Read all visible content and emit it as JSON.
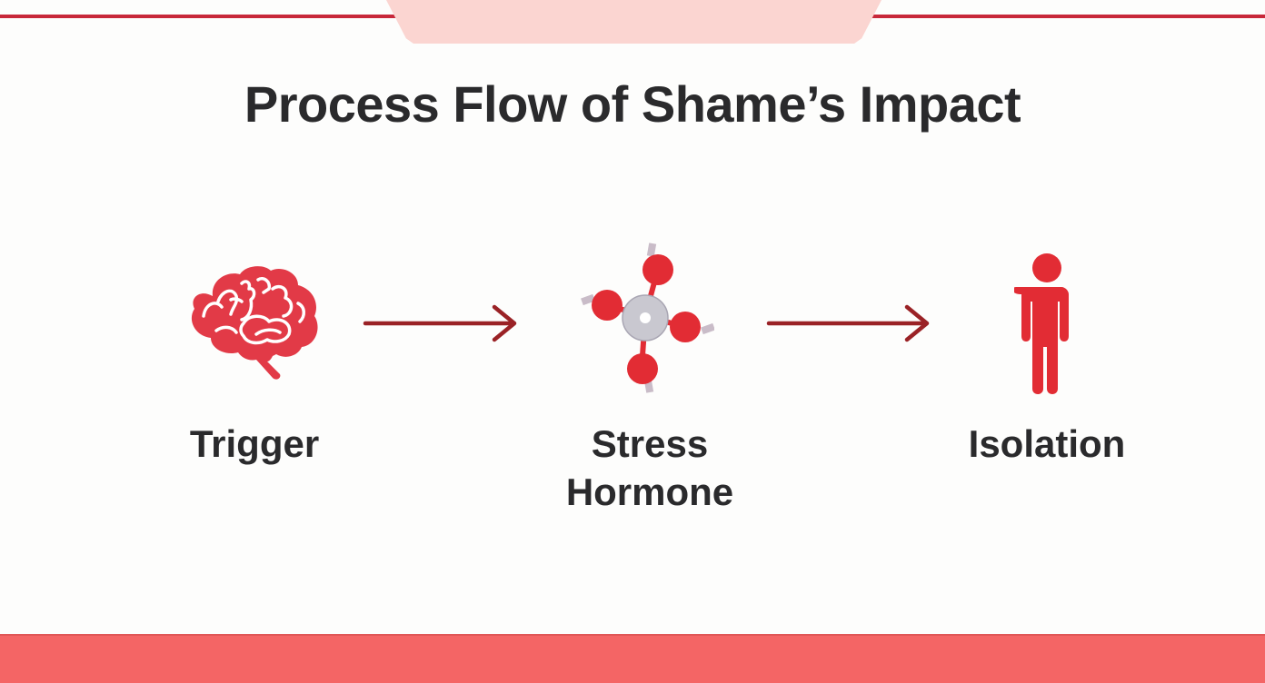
{
  "title": "Process Flow of Shame’s Impact",
  "colors": {
    "accent": "#e23a47",
    "arrow": "#9a2226",
    "top_line": "#c8283a",
    "top_tab": "#fbd5d1",
    "bottom_band": "#f46565",
    "text": "#2a2a2c",
    "molecule_center": "#c9c8d0"
  },
  "steps": [
    {
      "label": "Trigger",
      "icon": "brain-icon"
    },
    {
      "label": "Stress Hormone",
      "label_lines": [
        "Stress",
        "Hormone"
      ],
      "icon": "molecule-icon"
    },
    {
      "label": "Isolation",
      "icon": "person-icon"
    }
  ],
  "connectors": [
    {
      "from": "Trigger",
      "to": "Stress Hormone",
      "icon": "arrow-right-icon"
    },
    {
      "from": "Stress Hormone",
      "to": "Isolation",
      "icon": "arrow-right-icon"
    }
  ]
}
